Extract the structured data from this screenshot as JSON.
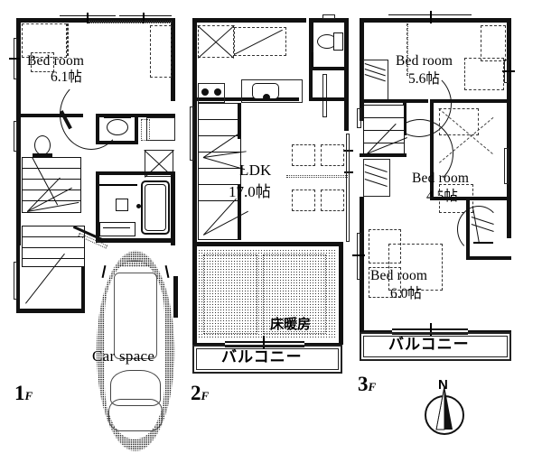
{
  "document": {
    "type": "floor-plan",
    "title": "3-story house floor plan"
  },
  "floors": [
    {
      "id": "1f",
      "label": "1",
      "suffix": "F",
      "rooms": [
        {
          "name": "Bed room",
          "size": "6.1帖"
        },
        {
          "name": "Car space",
          "size": ""
        }
      ]
    },
    {
      "id": "2f",
      "label": "2",
      "suffix": "F",
      "rooms": [
        {
          "name": "LDK",
          "size": "17.0帖"
        },
        {
          "name": "バルコニー",
          "size": ""
        }
      ],
      "annotations": [
        "床暖房"
      ]
    },
    {
      "id": "3f",
      "label": "3",
      "suffix": "F",
      "rooms": [
        {
          "name": "Bed room",
          "size": "5.6帖"
        },
        {
          "name": "Bed room",
          "size": "4.5帖"
        },
        {
          "name": "Bed room",
          "size": "6.0帖"
        },
        {
          "name": "バルコニー",
          "size": ""
        }
      ]
    }
  ],
  "labels": {
    "f1_bedroom_name": "Bed room",
    "f1_bedroom_size": "6.1帖",
    "f1_carspace": "Car space",
    "f1_floor_num": "1",
    "f1_floor_suffix": "F",
    "f2_ldk_name": "LDK",
    "f2_ldk_size": "17.0帖",
    "f2_floor_heating": "床暖房",
    "f2_balcony": "バルコニー",
    "f2_floor_num": "2",
    "f2_floor_suffix": "F",
    "f3_bedroom1_name": "Bed room",
    "f3_bedroom1_size": "5.6帖",
    "f3_bedroom2_name": "Bed room",
    "f3_bedroom2_size": "4.5帖",
    "f3_bedroom3_name": "Bed room",
    "f3_bedroom3_size": "6.0帖",
    "f3_balcony": "バルコニー",
    "f3_floor_num": "3",
    "f3_floor_suffix": "F"
  },
  "compass": {
    "north_label": "N"
  },
  "colors": {
    "wall": "#111111",
    "background": "#ffffff",
    "text": "#000000"
  }
}
